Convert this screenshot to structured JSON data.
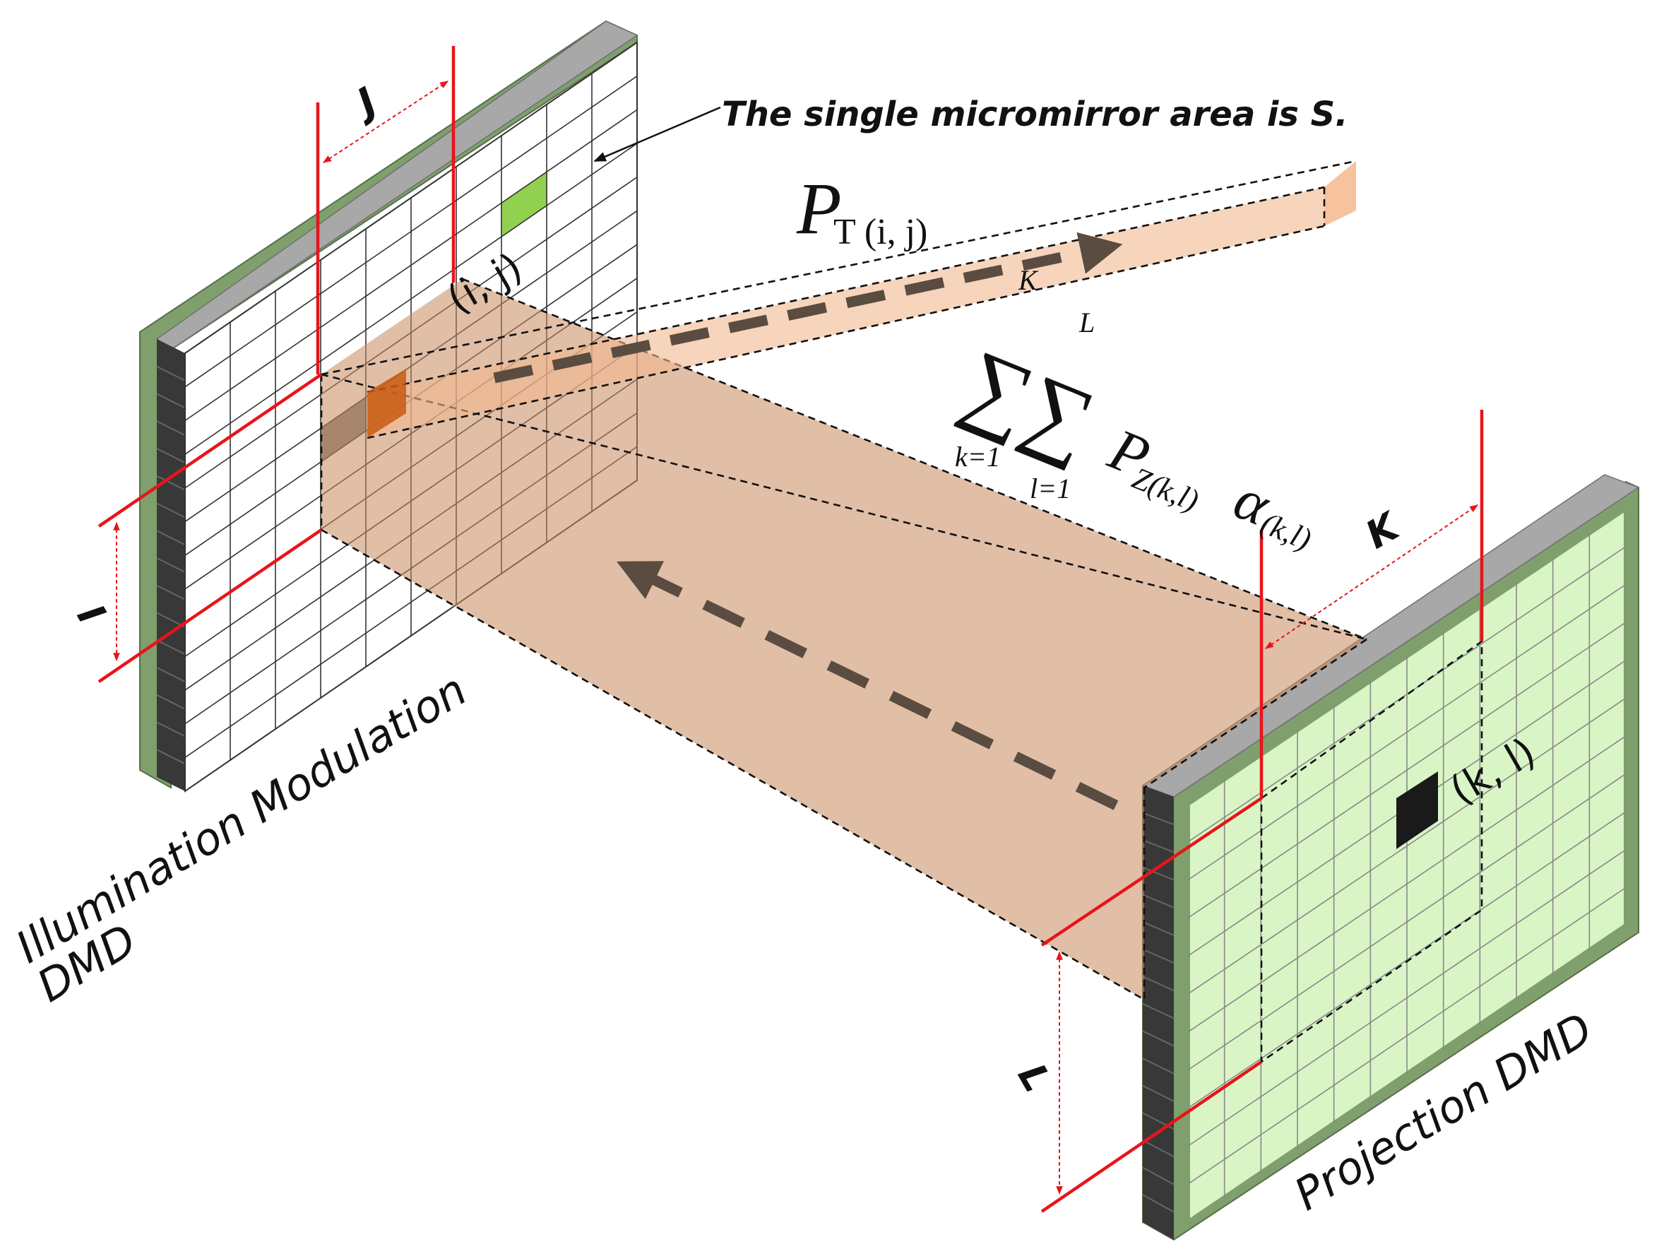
{
  "labels": {
    "annotation": "The single micromirror area is S.",
    "beam_label_main": "P",
    "beam_label_sub": "T (i, j)",
    "sum_sigma": "∑∑",
    "sum_upper_K": "K",
    "sum_upper_L": "L",
    "sum_lower_k": "k=1",
    "sum_lower_l": "l=1",
    "sum_term_P": "P",
    "sum_term_P_sub": "Z(k,l)",
    "sum_term_alpha": "α",
    "sum_term_alpha_sub": "(k,l)",
    "pixel_ij": "(i, j)",
    "pixel_kl": "(k, l)",
    "dim_J": "J",
    "dim_I": "I",
    "dim_K": "K",
    "dim_L": "L",
    "left_device_line1": "Illumination Modulation",
    "left_device_line2": "DMD",
    "right_device": "Projection DMD"
  },
  "colors": {
    "frame_green": "#7f9f6c",
    "frame_top_gray": "#a8a8a8",
    "side_dark": "#383838",
    "projection_face": "#d9f5c6",
    "highlight_green": "#92d050",
    "pixel_gray": "#808080",
    "pixel_black": "#1a1a1a",
    "beam_fill": "#c98a5f",
    "beam_highlight": "#c85a10",
    "dimension_red": "#e8141a",
    "arrow_gray": "#5a4c40"
  },
  "icons": {
    "annotation_pointer": "arrow-pointer-icon",
    "beam_direction": "dashed-arrow-icon"
  }
}
